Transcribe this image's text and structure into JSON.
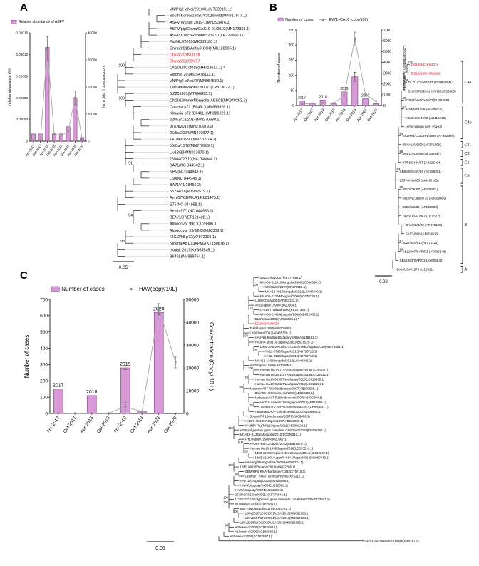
{
  "colors": {
    "bar": "#d79ad7",
    "bar_border": "#8d4a8d",
    "line": "#adadad",
    "line_marker": "#8c8c8c",
    "accent_red": "#e8000d",
    "text": "#000000"
  },
  "panels": {
    "a": {
      "label": "A",
      "scale": "0.05",
      "tree": {
        "taxa": [
          {
            "t": "VN/Pig/HaNoi/2019/01(MT332151.1)",
            "d": 6
          },
          {
            "t": "South Korea/19s804/2019/wild(MN817977.1)",
            "d": 7
          },
          {
            "t": "ASFV Wuhan 2019-1(MN393476.1)",
            "d": 7
          },
          {
            "t": "ASFV/pig/China/CAS19-01/2019(MN172368.1)",
            "d": 6
          },
          {
            "t": "ASFV CzechRepublic 2017/1(LR722600.1)",
            "d": 6
          },
          {
            "t": "Pig/HLJ/2018(MK333180.1)",
            "d": 5
          },
          {
            "t": "China/2018/AnhuiXCGQ(MK128995.1)",
            "d": 5
          },
          {
            "t": "China/2018/DY18",
            "d": 4,
            "c": 1
          },
          {
            "t": "China/2017/DY17",
            "d": 4,
            "c": 1
          },
          {
            "t": "CN201801/2018(MH713612.1)",
            "d": 3,
            "s": 1,
            "b": "100"
          },
          {
            "t": "Estonia 2014(LS478113.1)",
            "d": 3
          },
          {
            "t": "VN/Pig/HaNoi/07(MN054580.1)",
            "d": 2
          },
          {
            "t": "Tanzania/Rukwa/2017/1(LR813622.1)",
            "d": 2
          },
          {
            "t": "GZ201801(MT496893.1)",
            "d": 3
          },
          {
            "t": "CN2019/InnerMongolia-AES01(MK940252.1)",
            "d": 3,
            "b": "100"
          },
          {
            "t": "Caserta p72 (B646L)(MN886926.1)",
            "d": 4
          },
          {
            "t": "Kimaxia p72 (B646L)(MN886925.1)",
            "d": 4
          },
          {
            "t": "22653/Ca/2014(MN270980.1)",
            "d": 5
          },
          {
            "t": "97/Ot/2012(MN270979.1)",
            "d": 5
          },
          {
            "t": "26/Ss/2004(MN270977.1)",
            "d": 4
          },
          {
            "t": "141/Nu/1990(MN270974.1)",
            "d": 4
          },
          {
            "t": "56/Ca/1978(MN270969.1)",
            "d": 3
          },
          {
            "t": "Liv13/33(MN913970.1)",
            "d": 3
          },
          {
            "t": "26544/OG10(NC 044944.1)",
            "d": 3
          },
          {
            "t": "BA71(NC 044942.1)",
            "d": 4,
            "b": "91"
          },
          {
            "t": "NHV(NC 044943.1)",
            "d": 5
          },
          {
            "t": "L60(NC 044943.1)",
            "d": 5
          },
          {
            "t": "BA71V(U18466.2)",
            "d": 4
          },
          {
            "t": "55234/18(MT932579.1)",
            "d": 3
          },
          {
            "t": "Arm/07/CBM/c4(LR881473.1)",
            "d": 3
          },
          {
            "t": "E75(NC 044958.1)",
            "d": 2
          },
          {
            "t": "Benin 97/1(NC 044956.1)",
            "d": 4
          },
          {
            "t": "BEN/1/97(EF121428.1)",
            "d": 4,
            "b": "94"
          },
          {
            "t": "Almodovar 99(DQ028306.1)",
            "d": 5
          },
          {
            "t": "Almodovar 99/E2(DQ028308.1)",
            "d": 5
          },
          {
            "t": "NIG/2/98 p72(AY972101.1)",
            "d": 3
          },
          {
            "t": "Nigeria ABD13KPM2(KT150878.1)",
            "d": 3,
            "b": "98"
          },
          {
            "t": "Irkutsk 2017(KY963545.1)",
            "d": 2
          },
          {
            "t": "B646L(AM999764.1)",
            "d": 2
          }
        ]
      }
    },
    "b": {
      "label": "B",
      "scale": "0.02",
      "tree": {
        "taxa": [
          {
            "t": "DG19/4/CHN/2019",
            "d": 7,
            "c": 1,
            "b": "100"
          },
          {
            "t": "DG19/10/CHN/2019",
            "d": 7,
            "c": 1
          },
          {
            "t": "DL7/1/CHN/2013 (KF982854)",
            "d": 6,
            "s": 1,
            "b": "99"
          },
          {
            "t": "518/03F/SD-CHN/07(EU753365)",
            "d": 6
          },
          {
            "t": "0708T/NM/CHN/07(EU910861)",
            "d": 5,
            "b": "89"
          },
          {
            "t": "3254/tai/1998 (AF286531)",
            "d": 5,
            "b": "97"
          },
          {
            "t": "F/1/SH/CHN/00 (AB115490)",
            "d": 5
          },
          {
            "t": "H25/CHN/00 (AB115492)",
            "d": 5
          },
          {
            "t": "ShZH98/CD/CHN/1998 (AF302996)",
            "d": 4,
            "b": "64"
          },
          {
            "t": "884/AUS/6/99 (AF376109)",
            "d": 4
          },
          {
            "t": "264/1/AUS/95 (AF135947)",
            "d": 4,
            "b": "95"
          },
          {
            "t": "97/56/CHN/97 (AB115494)",
            "d": 4
          },
          {
            "t": "SB9508/SAR/03 (AY258301)",
            "d": 3,
            "b": "93"
          },
          {
            "t": "933V/VNM/05 (AM490161)",
            "d": 3
          },
          {
            "t": "6910/OK/87 (AF135901)",
            "d": 4,
            "b": "98"
          },
          {
            "t": "Nagoya/Japan/73 (AB059819)",
            "d": 4
          },
          {
            "t": "2952/SD/81 (AF135888)",
            "d": 4
          },
          {
            "t": "7423/USA/1987 (U22522)",
            "d": 4
          },
          {
            "t": "4F/AUS/4/99 (AF376105)",
            "d": 5
          },
          {
            "t": "SK/EV006 (AB059813)",
            "d": 5
          },
          {
            "t": "2027/SIN/01 (AF376111)",
            "d": 4,
            "b": "87"
          },
          {
            "t": "SB12007/SAR/03 (AY905548)",
            "d": 4,
            "b": "99"
          },
          {
            "t": "SB12283/SAR/03 (AY905546)",
            "d": 3
          },
          {
            "t": "BrCr/USA/1970 (U22521)",
            "d": 2
          }
        ],
        "clades": [
          {
            "label": "C4a",
            "from": 0,
            "to": 4
          },
          {
            "label": "C4b",
            "from": 5,
            "to": 8
          },
          {
            "label": "C2",
            "from": 9,
            "to": 9
          },
          {
            "label": "C3",
            "from": 10,
            "to": 10
          },
          {
            "label": "C1",
            "from": 11,
            "to": 11
          },
          {
            "label": "C5",
            "from": 12,
            "to": 13
          },
          {
            "label": "B",
            "from": 14,
            "to": 22
          },
          {
            "label": "A",
            "from": 23,
            "to": 23
          }
        ]
      }
    },
    "c": {
      "label": "C",
      "scale": "0.05",
      "tree": {
        "taxa": [
          {
            "t": "td51/China/2007(KF177964.1)",
            "d": 9
          },
          {
            "t": "MNA09-B1141/Mongolia/2009(LC049338.1)",
            "d": 9
          },
          {
            "t": "hd9/China/2007(KP177965.1)",
            "d": 10,
            "b": "100"
          },
          {
            "t": "MNA12-001/Mongolia/2012(LC049340.1)",
            "d": 10
          },
          {
            "t": "MNA06-2130/Mongolia/2006(LC049339.1)",
            "d": 9
          },
          {
            "t": "LU38/China/2001(AF357222.1)",
            "d": 8
          },
          {
            "t": "AH1/Japan/1998(AB020564.1)",
            "d": 8
          },
          {
            "t": "LP014/Thailand/2007(EF207320.1)",
            "d": 9,
            "b": "78"
          },
          {
            "t": "MNA06-2148/Mongolia/2006(AB022065.1)",
            "d": 9
          },
          {
            "t": "DL3/China/2002(AF512536.1)",
            "d": 8,
            "s": 1
          },
          {
            "t": "DG20/CHN/2020",
            "d": 8,
            "c": 1
          },
          {
            "t": "FH3/Japan/1998(AB020569.1)",
            "d": 7
          },
          {
            "t": "LY6/China/2002(AF485328.1)",
            "d": 7
          },
          {
            "t": "HAJ-NS-BorSap10/Japan/1999(AB618531.1)",
            "d": 8,
            "b": "100"
          },
          {
            "t": "HAJFt-Fukuo10/Japan/2010(AB618529.1)",
            "d": 8
          },
          {
            "t": "1004-10562-KobeC-2/1004/27Kb2/Japan/2010(AB973401.1)",
            "d": 9
          },
          {
            "t": "HA12-0796/Japan/2012(AB793725.1)",
            "d": 10,
            "b": "97"
          },
          {
            "t": "HA12-0938/Japan/2012(AB793726.1)",
            "d": 10
          },
          {
            "t": "MNA12-130/Mongolia/2012(LC049341.1)",
            "d": 8
          },
          {
            "t": "AH2/Japan/1998(AB020565.1)",
            "d": 7
          },
          {
            "t": "Human HA18-1153RNA/Japan/2018(LC435031.1)",
            "d": 9,
            "b": "100"
          },
          {
            "t": "Human HA18-1167RNA/Japan/2018(LC435032.1)",
            "d": 9
          },
          {
            "t": "Human HA18-0838RNA/Japan/2018(LC416595.1)",
            "d": 8,
            "b": "78"
          },
          {
            "t": "Human HA18-0551RNA/Japan/2018(LC416594.1)",
            "d": 8
          },
          {
            "t": "MataramA07 RS03/Indonesia/2007(AB839695.1)",
            "d": 7,
            "b": "94"
          },
          {
            "t": "BaliA03-H29/Indonesia/2003(AB839692.1)",
            "d": 8
          },
          {
            "t": "MakassarA07-R18/Indonesia/2007(AB839694.1)",
            "d": 8
          },
          {
            "t": "HAJTS-SinKan11/Singapore/2011(AB819869.1)",
            "d": 9
          },
          {
            "t": "JemberA07-SBY07/Indonesia/2007(AB839693.1)",
            "d": 9,
            "b": "76"
          },
          {
            "t": "TangerangA07-S8/Indonesia/2007(AB839691.1)",
            "d": 8
          },
          {
            "t": "SoloA07-P15/Indonesia/2007(AB839696.1)",
            "d": 7
          },
          {
            "t": "HA286-4k/1957/Japan/1957(AB623031.1)",
            "d": 6
          },
          {
            "t": "HAJHM-PapTok11/Japan/2011(AB909123.1)",
            "d": 6
          },
          {
            "t": "H2W polyprotein gene complete cds/China/2007(EF406357.1)",
            "d": 5,
            "b": "100"
          },
          {
            "t": "MNA10-B1355/Mongolia/2010(LC049342.1)",
            "d": 5
          },
          {
            "t": "FH1/Japan/1998(AB020567.1)",
            "d": 6
          },
          {
            "t": "HAJFF-Kan12/Japan/2012(AB819870.1)",
            "d": 7,
            "b": "100"
          },
          {
            "t": "Human HA18-1499/Japan/2016(LC373510.1)",
            "d": 7
          },
          {
            "t": "1403-12985-FujianC-4HA8/Japan/2014(AB969747.1)",
            "d": 8,
            "b": "100"
          },
          {
            "t": "1403-12190-AuganR-4HA1/Japan/2014(AB969748.1)",
            "d": 8
          },
          {
            "t": "HAV-Arg/86/Argentina/2006(HM769724.1)",
            "d": 6
          },
          {
            "t": "18IRL89195/Ireland/2018(MN832786.1)",
            "d": 5,
            "b": "100"
          },
          {
            "t": "GBM/HFS RNA/Tuebingen/1993(X75716.1)",
            "d": 6
          },
          {
            "t": "GBM/WT RNA/Tuebingen/1993(X75215.1)",
            "d": 6,
            "b": "99"
          },
          {
            "t": "HAV12/Uruguay/2008(EU526089.1)",
            "d": 5
          },
          {
            "t": "HAV6/Uruguay/2008(EU526088.1)",
            "d": 5
          },
          {
            "t": "HAV5/Uruguay/2007(EU131373.1)",
            "d": 4
          },
          {
            "t": "253042/2013/Italy/2013(KF773841.1)",
            "d": 4
          },
          {
            "t": "112512/2013/polyprotein gene complete cds/Italy/2013(KF773842.1)",
            "d": 4,
            "b": "100"
          },
          {
            "t": "B1/Mexico/2009(KC182586.1)",
            "d": 4,
            "b": "100"
          },
          {
            "t": "Sao Paulo/Brazil/2017(MG049743.1)",
            "d": 5
          },
          {
            "t": "USA/2018/18S01071/USA/2018(MN062186.1)",
            "d": 6,
            "b": "100"
          },
          {
            "t": "USA/2017/17S07261/USA/2017(MN062164.1)",
            "d": 6
          },
          {
            "t": "USA/2018/18S02010/USA/2018(MN062165.1)",
            "d": 5
          },
          {
            "t": "A3/Mexico/2009(KC182589.1)",
            "d": 4,
            "b": "64"
          },
          {
            "t": "A1/Mexico/2009(KC182588.1)",
            "d": 4
          },
          {
            "t": "A2/Mexico/2009(KC182587.1)",
            "d": 3
          },
          {
            "t": "CFH-HAV/Thailand/2010(HQ246217.1)",
            "d": 30,
            "x0d": 1
          }
        ]
      }
    }
  },
  "chart_data": [
    {
      "panel": "A",
      "type": "bar+line",
      "title": "",
      "legend": [
        {
          "label": "Relative abundance of ASFV",
          "type": "bar"
        }
      ],
      "ylabel_left": "relative abundance (%)",
      "ylabel_right": "Concentration (Copy /10L)",
      "categories": [
        "Apr-2017",
        "Oct-2017",
        "Apr-2018",
        "Oct-2018",
        "Apr-2019",
        "Oct-2019",
        "Apr-2020",
        "Oct-2020"
      ],
      "left_ticks": [
        "0",
        "0.00003",
        "0.00006",
        "0.00009",
        "0.00012",
        "0.00015"
      ],
      "left_max": 0.00015,
      "bars": [
        1e-05,
        1e-05,
        0.00013,
        1e-05,
        1e-05,
        2e-05,
        6e-05,
        5e-06
      ],
      "bar_err": [
        {
          "i": 2,
          "e": 1.5e-05
        }
      ],
      "right_ticks": [
        "0",
        "10000",
        "20000",
        "30000",
        "40000"
      ],
      "right_max": 40000,
      "line": [
        300,
        400,
        34000,
        2600,
        2000,
        3600,
        16000,
        900
      ],
      "line_err": [
        {
          "i": 2,
          "e": 4000
        },
        {
          "i": 6,
          "e": 2500
        }
      ]
    },
    {
      "panel": "B",
      "type": "bar+line",
      "title": "",
      "legend": [
        {
          "label": "Number of cases",
          "type": "bar"
        },
        {
          "label": "EV71+CA16 (copy/10L)",
          "type": "line"
        }
      ],
      "ylabel_left": "Number of cases",
      "ylabel_right": "Concentration (Copy/10L)",
      "categories": [
        "Apr-2017",
        "Oct-2017",
        "Apr-2018",
        "Oct-2018",
        "Apr-2019",
        "Oct-2019",
        "Apr-2020",
        "Oct-2020"
      ],
      "left_ticks": [
        "0",
        "50",
        "100",
        "150",
        "200",
        "250"
      ],
      "left_max": 250,
      "bars": [
        15,
        8,
        18,
        6,
        45,
        95,
        22,
        6
      ],
      "bar_err": [
        {
          "i": 5,
          "e": 15
        }
      ],
      "bar_labels": [
        {
          "i": 0,
          "t": "2017"
        },
        {
          "i": 2,
          "t": "2018"
        },
        {
          "i": 4,
          "t": "2019"
        },
        {
          "i": 6,
          "t": "2020"
        }
      ],
      "right_ticks": [
        "0",
        "1000",
        "2000",
        "3000",
        "4000",
        "5000",
        "6000",
        "7000"
      ],
      "right_max": 7000,
      "line": [
        150,
        200,
        260,
        220,
        900,
        6200,
        1000,
        400
      ],
      "line_err": [
        {
          "i": 5,
          "e": 600
        }
      ]
    },
    {
      "panel": "C",
      "type": "bar+line",
      "title": "",
      "legend": [
        {
          "label": "Number of cases",
          "type": "bar"
        },
        {
          "label": "HAV(copy/10L)",
          "type": "line"
        }
      ],
      "ylabel_left": "Number of cases",
      "ylabel_right": "Concentration (Copy/ 10 L)",
      "categories": [
        "Apr-2017",
        "Oct-2017",
        "Apr-2018",
        "Oct-2018",
        "Apr-2019",
        "Oct-2019",
        "Apr-2020",
        "Oct-2020"
      ],
      "left_ticks": [
        "0",
        "100",
        "200",
        "300",
        "400",
        "500",
        "600",
        "700"
      ],
      "left_max": 700,
      "bars": [
        150,
        0,
        110,
        0,
        280,
        10,
        620,
        0
      ],
      "bar_err": [
        {
          "i": 4,
          "e": 12
        },
        {
          "i": 6,
          "e": 15
        }
      ],
      "bar_labels": [
        {
          "i": 0,
          "t": "2017"
        },
        {
          "i": 2,
          "t": "2018"
        },
        {
          "i": 4,
          "t": "2019"
        },
        {
          "i": 6,
          "t": "2020"
        }
      ],
      "right_ticks": [
        "0",
        "10000",
        "20000",
        "30000",
        "40000",
        "50000"
      ],
      "right_max": 50000,
      "line": [
        100,
        80,
        120,
        100,
        3000,
        800,
        46000,
        22500
      ],
      "line_err": [
        {
          "i": 4,
          "e": 1800
        },
        {
          "i": 6,
          "e": 2200
        },
        {
          "i": 7,
          "e": 2500
        }
      ]
    }
  ]
}
